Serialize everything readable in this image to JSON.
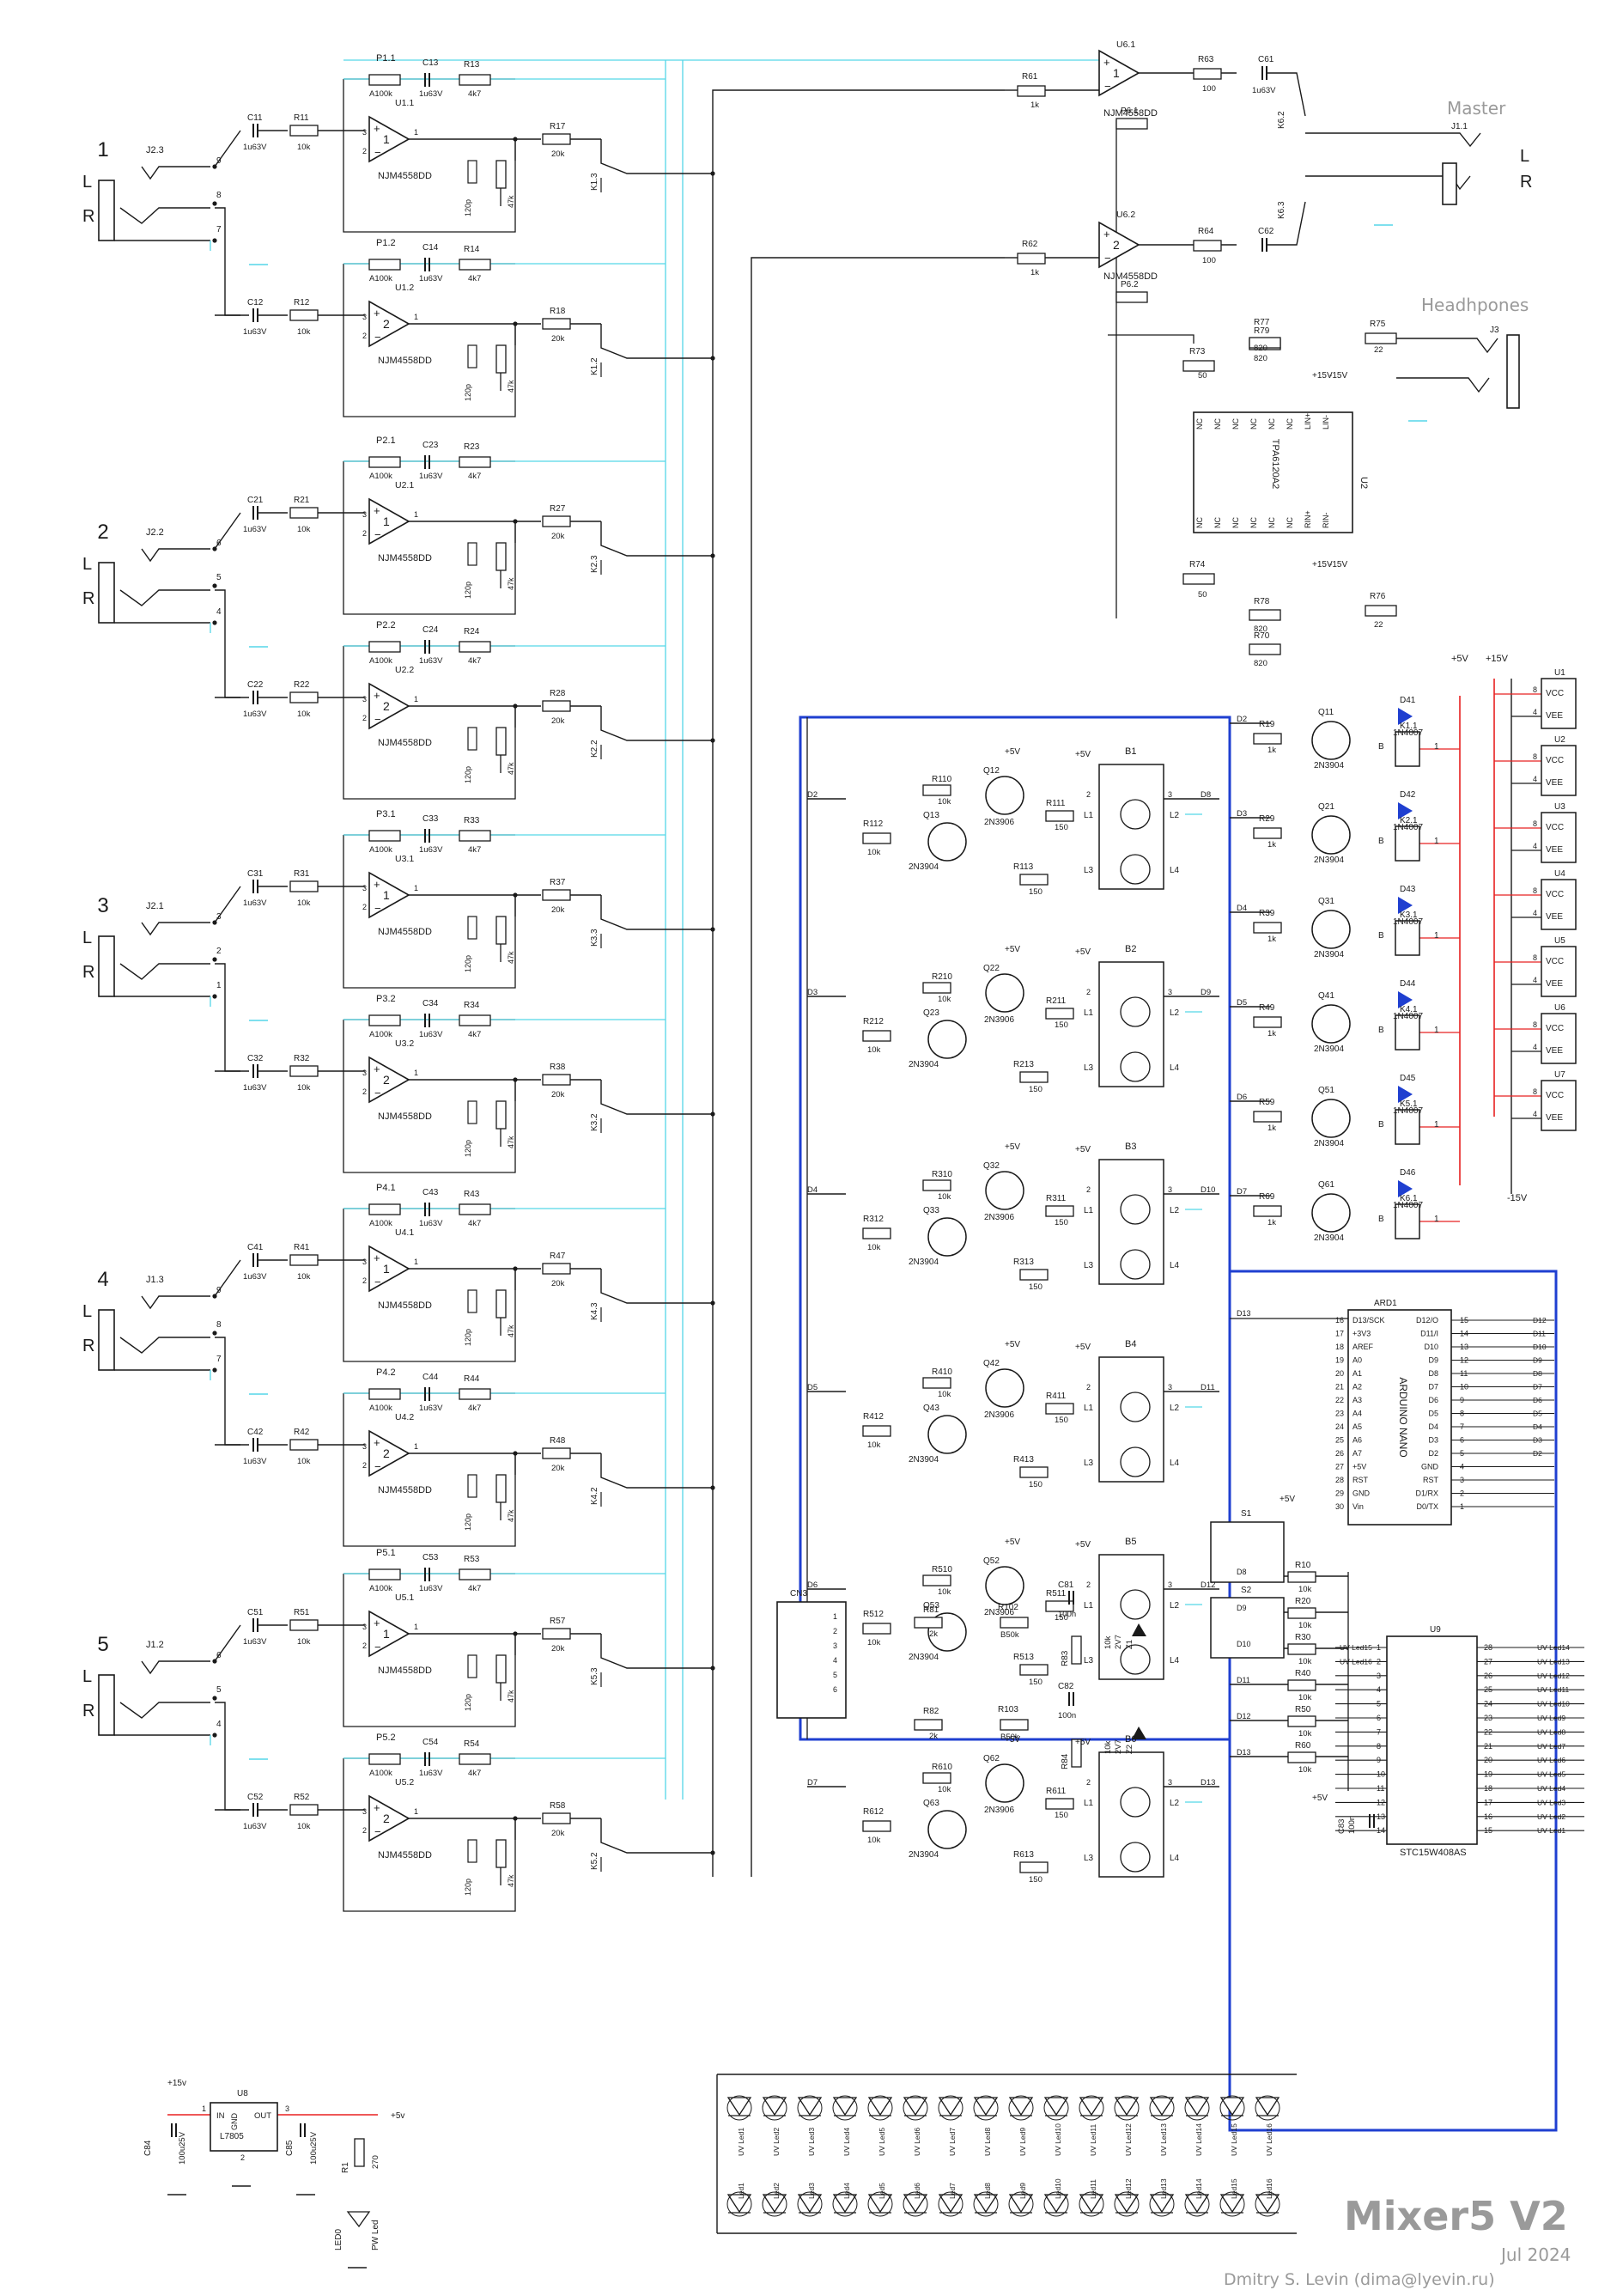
{
  "colors": {
    "wire": "#1a1a1a",
    "signal": "#55d6e8",
    "power": "#e82020",
    "bus": "#1f3fd0",
    "title": "#9a9a9a"
  },
  "title": {
    "main": "Mixer5  V2",
    "date": "Jul 2024",
    "author": "Dmitry S. Levin (dima@lyevin.ru)"
  },
  "outputs": {
    "master": "Master",
    "headphones": "Headhpones"
  },
  "channels": [
    {
      "num": "1",
      "jack": "J2.3",
      "pins": [
        "9",
        "8",
        "7"
      ],
      "caps": [
        "C11",
        "C12"
      ],
      "resIn": [
        "R11",
        "R12"
      ],
      "pots": [
        "P1.1",
        "P1.2"
      ],
      "capsF": [
        "C13",
        "C14"
      ],
      "resF": [
        "R13",
        "R14"
      ],
      "ops": [
        "U1.1",
        "U1.2"
      ],
      "resO": [
        "R17",
        "R18"
      ],
      "relays": [
        "K1.3",
        "K1.2"
      ]
    },
    {
      "num": "2",
      "jack": "J2.2",
      "pins": [
        "6",
        "5",
        "4"
      ],
      "caps": [
        "C21",
        "C22"
      ],
      "resIn": [
        "R21",
        "R22"
      ],
      "pots": [
        "P2.1",
        "P2.2"
      ],
      "capsF": [
        "C23",
        "C24"
      ],
      "resF": [
        "R23",
        "R24"
      ],
      "ops": [
        "U2.1",
        "U2.2"
      ],
      "resO": [
        "R27",
        "R28"
      ],
      "relays": [
        "K2.3",
        "K2.2"
      ]
    },
    {
      "num": "3",
      "jack": "J2.1",
      "pins": [
        "3",
        "2",
        "1"
      ],
      "caps": [
        "C31",
        "C32"
      ],
      "resIn": [
        "R31",
        "R32"
      ],
      "pots": [
        "P3.1",
        "P3.2"
      ],
      "capsF": [
        "C33",
        "C34"
      ],
      "resF": [
        "R33",
        "R34"
      ],
      "ops": [
        "U3.1",
        "U3.2"
      ],
      "resO": [
        "R37",
        "R38"
      ],
      "relays": [
        "K3.3",
        "K3.2"
      ]
    },
    {
      "num": "4",
      "jack": "J1.3",
      "pins": [
        "9",
        "8",
        "7"
      ],
      "caps": [
        "C41",
        "C42"
      ],
      "resIn": [
        "R41",
        "R42"
      ],
      "pots": [
        "P4.1",
        "P4.2"
      ],
      "capsF": [
        "C43",
        "C44"
      ],
      "resF": [
        "R43",
        "R44"
      ],
      "ops": [
        "U4.1",
        "U4.2"
      ],
      "resO": [
        "R47",
        "R48"
      ],
      "relays": [
        "K4.3",
        "K4.2"
      ]
    },
    {
      "num": "5",
      "jack": "J1.2",
      "pins": [
        "6",
        "5",
        "4"
      ],
      "caps": [
        "C51",
        "C52"
      ],
      "resIn": [
        "R51",
        "R52"
      ],
      "pots": [
        "P5.1",
        "P5.2"
      ],
      "capsF": [
        "C53",
        "C54"
      ],
      "resF": [
        "R53",
        "R54"
      ],
      "ops": [
        "U5.1",
        "U5.2"
      ],
      "resO": [
        "R57",
        "R58"
      ],
      "relays": [
        "K5.3",
        "K5.2"
      ]
    }
  ],
  "common": {
    "capVal": "1u63V",
    "r10k": "10k",
    "pot": "A100k",
    "r4k7": "4k7",
    "opamp": "NJM4558DD",
    "c120p": "120p",
    "r47k": "47k",
    "r20k": "20k",
    "jackL": "L",
    "jackR": "R"
  },
  "mixer": {
    "u61": "U6.1",
    "u62": "U6.2",
    "r61": "R61",
    "r62": "R62",
    "r1k": "1k",
    "r63": "R63",
    "r64": "R64",
    "r100": "100",
    "c61": "C61",
    "c62": "C62",
    "p61": "P6.1",
    "p62": "P6.2",
    "k62": "K6.2",
    "k63": "K6.3",
    "j11": "J1.1",
    "j3": "J3",
    "r79": "R79",
    "r77": "R77",
    "r820": "820",
    "r73": "R73",
    "r74": "R74",
    "r50": "50",
    "r75": "R75",
    "r76": "R76",
    "r22": "22",
    "r78": "R78",
    "r70": "R70",
    "u2": "U2",
    "tpa": "TPA6120A2",
    "p15": "+15V",
    "m15": "-15V"
  },
  "mute_stages": [
    {
      "b": "B1",
      "din": "D2",
      "dout": "D8",
      "rbig": "R110",
      "rsm": "R112",
      "q1": "Q12",
      "q2": "Q13",
      "ra": "R111",
      "rb": "R113"
    },
    {
      "b": "B2",
      "din": "D3",
      "dout": "D9",
      "rbig": "R210",
      "rsm": "R212",
      "q1": "Q22",
      "q2": "Q23",
      "ra": "R211",
      "rb": "R213"
    },
    {
      "b": "B3",
      "din": "D4",
      "dout": "D10",
      "rbig": "R310",
      "rsm": "R312",
      "q1": "Q32",
      "q2": "Q33",
      "ra": "R311",
      "rb": "R313"
    },
    {
      "b": "B4",
      "din": "D5",
      "dout": "D11",
      "rbig": "R410",
      "rsm": "R412",
      "q1": "Q42",
      "q2": "Q43",
      "ra": "R411",
      "rb": "R413"
    },
    {
      "b": "B5",
      "din": "D6",
      "dout": "D12",
      "rbig": "R510",
      "rsm": "R512",
      "q1": "Q52",
      "q2": "Q53",
      "ra": "R511",
      "rb": "R513"
    },
    {
      "b": "B6",
      "din": "D7",
      "dout": "D13",
      "rbig": "R610",
      "rsm": "R612",
      "q1": "Q62",
      "q2": "Q63",
      "ra": "R611",
      "rb": "R613"
    }
  ],
  "mute_common": {
    "tr1": "2N3906",
    "tr2": "2N3904",
    "r150": "150",
    "p5": "+5V",
    "l1": "L1",
    "l2": "L2",
    "l3": "L3",
    "l4": "L4"
  },
  "relay_drivers": [
    {
      "d": "D2",
      "r": "R19",
      "q": "Q11",
      "diode": "D41",
      "k": "K1.1"
    },
    {
      "d": "D3",
      "r": "R29",
      "q": "Q21",
      "diode": "D42",
      "k": "K2.1"
    },
    {
      "d": "D4",
      "r": "R39",
      "q": "Q31",
      "diode": "D43",
      "k": "K3.1"
    },
    {
      "d": "D5",
      "r": "R49",
      "q": "Q41",
      "diode": "D44",
      "k": "K4.1"
    },
    {
      "d": "D6",
      "r": "R59",
      "q": "Q51",
      "diode": "D45",
      "k": "K5.1"
    },
    {
      "d": "D7",
      "r": "R69",
      "q": "Q61",
      "diode": "D46",
      "k": "K6.1"
    }
  ],
  "relay_common": {
    "diodeType": "1N4007",
    "tr": "2N3904",
    "r1k": "1k"
  },
  "supplies": {
    "items": [
      "U1",
      "U2",
      "U3",
      "U4",
      "U5",
      "U6",
      "U7"
    ],
    "vcc": "VCC",
    "vee": "VEE",
    "p5": "+5V",
    "p15": "+15V",
    "m15": "-15V"
  },
  "arduino": {
    "ref": "ARD1",
    "name": "ARDUINO NANO",
    "left": [
      [
        "16",
        "D13/SCK"
      ],
      [
        "17",
        "+3V3"
      ],
      [
        "18",
        "AREF"
      ],
      [
        "19",
        "A0"
      ],
      [
        "20",
        "A1"
      ],
      [
        "21",
        "A2"
      ],
      [
        "22",
        "A3"
      ],
      [
        "23",
        "A4"
      ],
      [
        "24",
        "A5"
      ],
      [
        "25",
        "A6"
      ],
      [
        "26",
        "A7"
      ],
      [
        "27",
        "+5V"
      ],
      [
        "28",
        "RST"
      ],
      [
        "29",
        "GND"
      ],
      [
        "30",
        "Vin"
      ]
    ],
    "right": [
      [
        "15",
        "D12/O"
      ],
      [
        "14",
        "D11/I"
      ],
      [
        "13",
        "D10"
      ],
      [
        "12",
        "D9"
      ],
      [
        "11",
        "D8"
      ],
      [
        "10",
        "D7"
      ],
      [
        "9",
        "D6"
      ],
      [
        "8",
        "D5"
      ],
      [
        "7",
        "D4"
      ],
      [
        "6",
        "D3"
      ],
      [
        "5",
        "D2"
      ],
      [
        "4",
        "GND"
      ],
      [
        "3",
        "RST"
      ],
      [
        "2",
        "D1/RX"
      ],
      [
        "1",
        "D0/TX"
      ]
    ],
    "nets": [
      "D12",
      "D11",
      "D10",
      "D9",
      "D8",
      "D7",
      "D6",
      "D5",
      "D4",
      "D3",
      "D2"
    ],
    "pullups": [
      [
        "D8",
        "R10"
      ],
      [
        "D9",
        "R20"
      ],
      [
        "D10",
        "R30"
      ],
      [
        "D11",
        "R40"
      ],
      [
        "D12",
        "R50"
      ],
      [
        "D13",
        "R60"
      ]
    ],
    "r10k": "10k",
    "p5": "+5V"
  },
  "uvmeter": {
    "cn": "CN3",
    "r81": "R81",
    "r82": "R82",
    "r2k": "2k",
    "r102": "R102",
    "r103": "R103",
    "b50k": "B50k",
    "c81": "C81",
    "c82": "C82",
    "c100n": "100n",
    "r83": "R83",
    "r84": "R84",
    "z1": "Z1",
    "z2": "Z2",
    "r10k": "10k",
    "z2v7": "2V7",
    "s1": "S1",
    "s2": "S2",
    "u9": "U9",
    "mcu": "STC15W408AS",
    "c83": "C83",
    "p5": "+5V",
    "pinsL": [
      [
        "UV Led15",
        "1"
      ],
      [
        "UV Led16",
        "2"
      ],
      [
        "",
        "3"
      ],
      [
        "",
        "4"
      ],
      [
        "",
        "5"
      ],
      [
        "",
        "6"
      ],
      [
        "",
        "7"
      ],
      [
        "",
        "8"
      ],
      [
        "",
        "9"
      ],
      [
        "",
        "10"
      ],
      [
        "",
        "11"
      ],
      [
        "",
        "12"
      ],
      [
        "",
        "13"
      ],
      [
        "",
        "14"
      ]
    ],
    "pinsR": [
      [
        "28",
        "UV Led14"
      ],
      [
        "27",
        "UV Led13"
      ],
      [
        "26",
        "UV Led12"
      ],
      [
        "25",
        "UV Led11"
      ],
      [
        "24",
        "UV Led10"
      ],
      [
        "23",
        "UV Led9"
      ],
      [
        "22",
        "UV Led8"
      ],
      [
        "21",
        "UV Led7"
      ],
      [
        "20",
        "UV Led6"
      ],
      [
        "19",
        "UV Led5"
      ],
      [
        "18",
        "UV Led4"
      ],
      [
        "17",
        "UV Led3"
      ],
      [
        "16",
        "UV Led2"
      ],
      [
        "15",
        "UV Led1"
      ]
    ],
    "ledsTop": [
      "UV Led1",
      "UV Led2",
      "UV Led3",
      "UV Led4",
      "UV Led5",
      "UV Led6",
      "UV Led7",
      "UV Led8",
      "UV Led9",
      "UV Led10",
      "UV Led11",
      "UV Led12",
      "UV Led13",
      "UV Led14",
      "UV Led15",
      "UV Led16"
    ],
    "ledsBot": [
      "Led1",
      "Led2",
      "Led3",
      "Led4",
      "Led5",
      "Led6",
      "Led7",
      "Led8",
      "Led9",
      "Led10",
      "Led11",
      "Led12",
      "Led13",
      "Led14",
      "Led15",
      "Led16"
    ]
  },
  "power": {
    "u8": "U8",
    "reg": "L7805",
    "in": "IN",
    "out": "OUT",
    "gnd": "GND",
    "c84": "C84",
    "c85": "C85",
    "cap": "100u25V",
    "r1": "R1",
    "r270": "270",
    "led": "LED0",
    "ledName": "PW Led",
    "p15": "+15v",
    "p5": "+5v",
    "pin1": "1",
    "pin2": "2",
    "pin3": "3"
  }
}
